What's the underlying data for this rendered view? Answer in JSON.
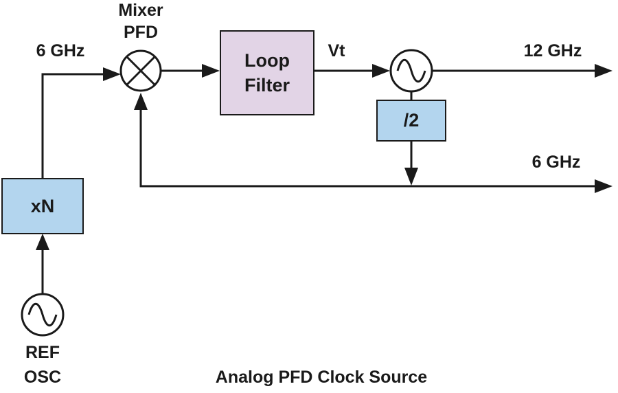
{
  "labels": {
    "mixer_line1": "Mixer",
    "mixer_line2": "PFD",
    "input_freq": "6 GHz",
    "loop_filter_line1": "Loop",
    "loop_filter_line2": "Filter",
    "vt": "Vt",
    "out_12": "12 GHz",
    "div2": "/2",
    "out_6": "6 GHz",
    "xn": "xN",
    "ref_line1": "REF",
    "ref_line2": "OSC",
    "caption": "Analog PFD Clock Source"
  },
  "icons": {
    "mixer": "mixer-x-circle-icon",
    "vco": "sine-oscillator-icon",
    "ref_osc": "sine-oscillator-icon"
  },
  "colors": {
    "loop_filter_fill": "#e2d4e6",
    "block_fill": "#b3d5ee",
    "line": "#1a1a1a"
  }
}
